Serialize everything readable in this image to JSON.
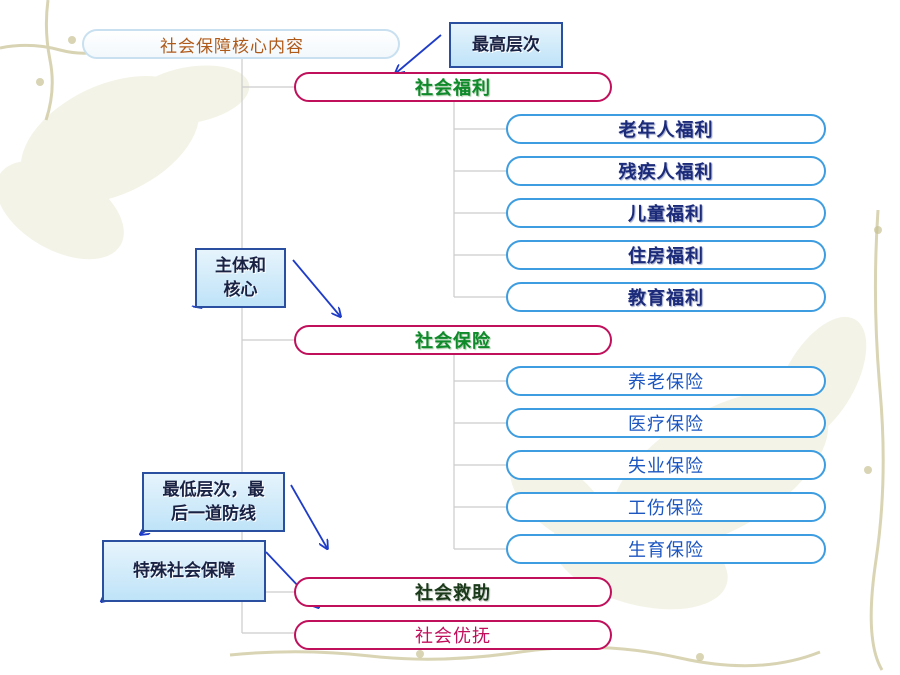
{
  "root_label": "社会保障核心内容",
  "welfare": {
    "label": "社会福利",
    "children": [
      "老年人福利",
      "残疾人福利",
      "儿童福利",
      "住房福利",
      "教育福利"
    ]
  },
  "insurance": {
    "label": "社会保险",
    "children": [
      "养老保险",
      "医疗保险",
      "失业保险",
      "工伤保险",
      "生育保险"
    ]
  },
  "assistance": {
    "label": "社会救助"
  },
  "special_care": {
    "label": "社会优抚"
  },
  "notes": {
    "highest": "最高层次",
    "core_line1": "主体和",
    "core_line2": "核心",
    "lowest_line1": "最低层次，最",
    "lowest_line2": "后一道防线",
    "special": "特殊社会保障"
  },
  "colors": {
    "level1_border": "#c0105c",
    "level2_border": "#3d9de0",
    "note_border": "#2a4fa0",
    "arrow": "#1e3cc8"
  }
}
